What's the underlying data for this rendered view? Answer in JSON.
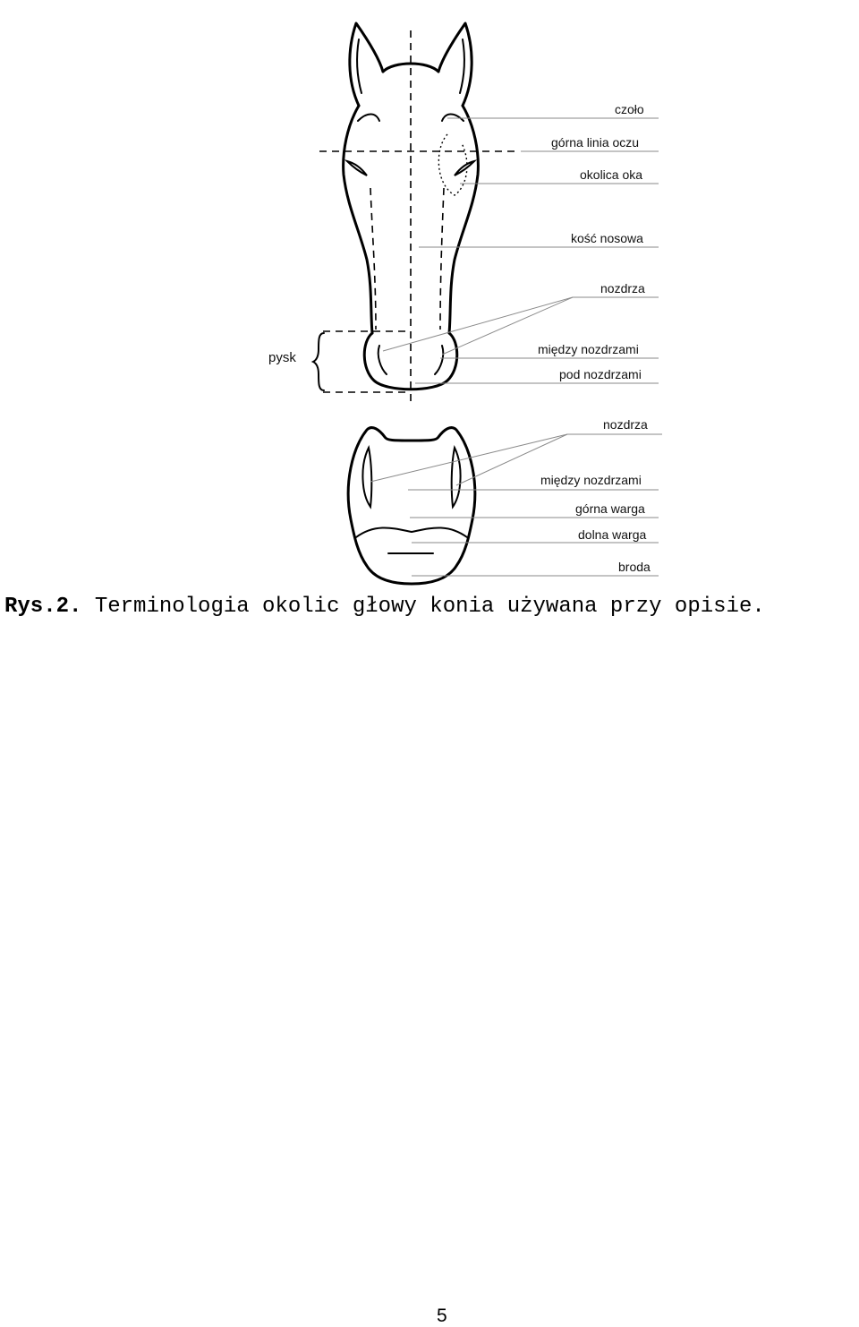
{
  "figure": {
    "labels_top": {
      "czolo": "czoło",
      "gorna_linia_oczu": "górna linia oczu",
      "okolica_oka": "okolica oka",
      "kosc_nosowa": "kość nosowa",
      "nozdrza": "nozdrza",
      "miedzy_nozdrzami": "między nozdrzami",
      "pod_nozdrzami": "pod nozdrzami",
      "pysk": "pysk"
    },
    "labels_bottom": {
      "nozdrza": "nozdrza",
      "miedzy_nozdrzami": "między nozdrzami",
      "gorna_warga": "górna warga",
      "dolna_warga": "dolna warga",
      "broda": "broda"
    }
  },
  "caption": {
    "number": "Rys.2.",
    "text": "Terminologia okolic głowy konia używana przy opisie."
  },
  "page_number": "5"
}
